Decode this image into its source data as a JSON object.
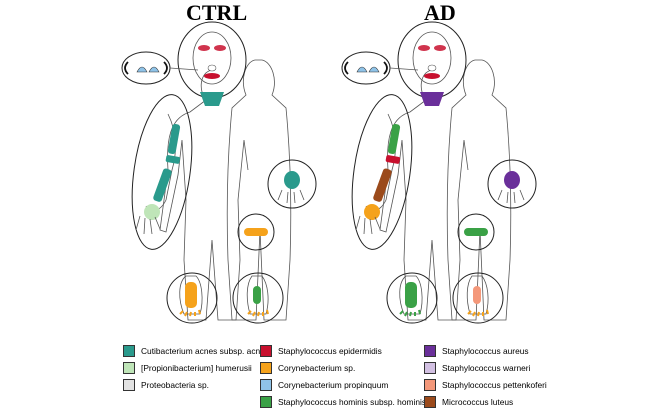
{
  "panels": [
    {
      "title": "CTRL"
    },
    {
      "title": "AD"
    }
  ],
  "legend": [
    {
      "label": "Cutibacterium acnes subsp. acnes",
      "color": "#2a9a8c"
    },
    {
      "label": "[Propionibacterium] humerusii",
      "color": "#bfe5b8"
    },
    {
      "label": "Proteobacteria sp.",
      "color": "#e2e2e2"
    },
    {
      "label": "Staphylococcus epidermidis",
      "color": "#c8102e"
    },
    {
      "label": "Corynebacterium sp.",
      "color": "#f5a21b"
    },
    {
      "label": "Corynebacterium propinquum",
      "color": "#8fc3e8"
    },
    {
      "label": "Staphylococcus hominis subsp. hominis",
      "color": "#3aa146"
    },
    {
      "label": "Staphylococcus aureus",
      "color": "#6a2f9a"
    },
    {
      "label": "Staphylococcus warneri",
      "color": "#d2c0e2"
    },
    {
      "label": "Staphylococcus pettenkoferi",
      "color": "#f4987a"
    },
    {
      "label": "Micrococcus luteus",
      "color": "#9b4a1b"
    }
  ],
  "sites": {
    "ctrl": {
      "nose": "#8fc3e8",
      "cheek": "#c8102e",
      "mouth": "#c8102e",
      "neck": "#2a9a8c",
      "upper_arm": "#2a9a8c",
      "elbow": "#2a9a8c",
      "forearm": "#2a9a8c",
      "wrist": "#bfe5b8",
      "palm": "#2a9a8c",
      "back_knee": "#f5a21b",
      "sole": "#f5a21b",
      "heel": "#3aa146"
    },
    "ad": {
      "nose": "#8fc3e8",
      "cheek": "#c8102e",
      "mouth": "#c8102e",
      "neck": "#6a2f9a",
      "upper_arm": "#3aa146",
      "elbow": "#c8102e",
      "forearm": "#9b4a1b",
      "wrist": "#f5a21b",
      "palm": "#6a2f9a",
      "back_knee": "#3aa146",
      "sole": "#3aa146",
      "heel": "#f4987a"
    }
  }
}
